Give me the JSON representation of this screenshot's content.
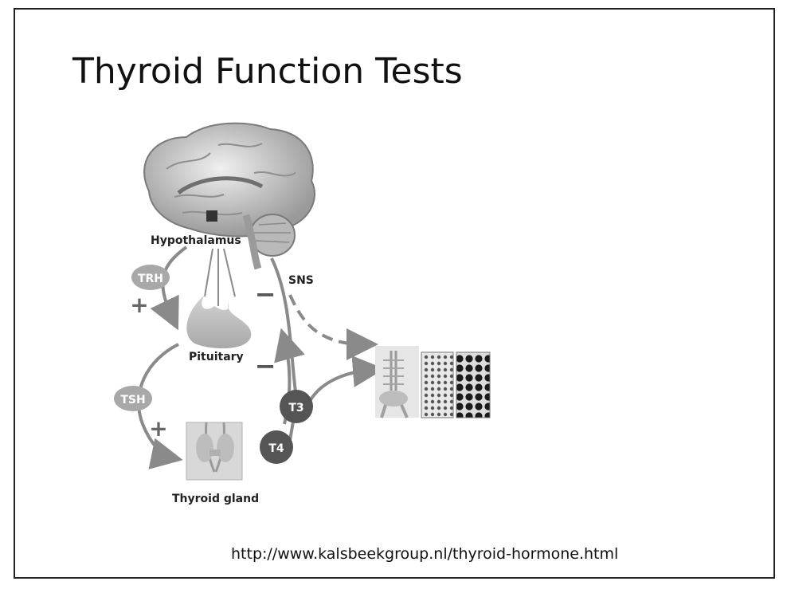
{
  "slide": {
    "title": "Thyroid Function Tests",
    "source_url": "http://www.kalsbeekgroup.nl/thyroid-hormone.html"
  },
  "diagram": {
    "labels": {
      "hypothalamus": "Hypothalamus",
      "pituitary": "Pituitary",
      "thyroid_gland": "Thyroid gland",
      "sns": "SNS"
    },
    "badges": {
      "trh": "TRH",
      "tsh": "TSH",
      "t3": "T3",
      "t4": "T4"
    },
    "signs": {
      "trh_plus": "+",
      "tsh_plus": "+",
      "minus_upper": "−",
      "minus_lower": "−"
    },
    "icons": [
      "brain-icon",
      "pituitary-icon",
      "thyroid-gland-icon",
      "skeleton-icon",
      "bone-tissue-icon"
    ]
  }
}
